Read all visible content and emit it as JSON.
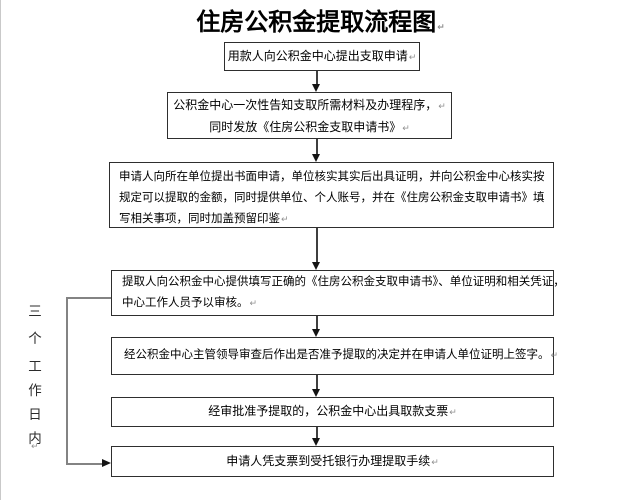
{
  "title": {
    "text": "住房公积金提取流程图"
  },
  "paragraph_mark": "↵",
  "side_label": {
    "text": "三个工作日内",
    "chars": [
      "三",
      "个",
      "工",
      "作",
      "日",
      "内"
    ]
  },
  "flow": {
    "boxes": [
      {
        "step": 1,
        "lines": [
          "用款人向公积金中心提出支取申请"
        ]
      },
      {
        "step": 2,
        "lines": [
          "公积金中心一次性告知支取所需材料及办理程序，",
          "同时发放《住房公积金支取申请书》"
        ]
      },
      {
        "step": 3,
        "lines": [
          "申请人向所在单位提出书面申请，单位核实其实后出具证明，并向公积金中心核实按",
          "规定可以提取的金额，同时提供单位、个人账号，并在《住房公积金支取申请书》填",
          "写相关事项，同时加盖预留印鉴"
        ]
      },
      {
        "step": 4,
        "lines": [
          "提取人向公积金中心提供填写正确的《住房公积金支取申请书》、单位证明和相关凭证，",
          "中心工作人员予以审核。"
        ]
      },
      {
        "step": 5,
        "lines": [
          "经公积金中心主管领导审查后作出是否准予提取的决定并在申请人单位证明上签字。"
        ]
      },
      {
        "step": 6,
        "lines": [
          "经审批准予提取的，公积金中心出具取款支票"
        ]
      },
      {
        "step": 7,
        "lines": [
          "申请人凭支票到受托银行办理提取手续"
        ]
      }
    ]
  },
  "colors": {
    "box_border": "#2e2e2e",
    "connector": "#3f3f3f",
    "bracket": "#838383",
    "text": "#000000",
    "paragraph_mark": "#909090",
    "background": "#ffffff"
  }
}
